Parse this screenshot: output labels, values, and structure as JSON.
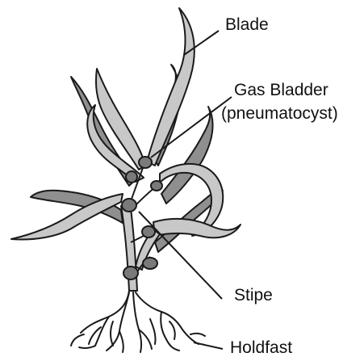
{
  "labels": {
    "blade": "Blade",
    "gas_bladder": "Gas Bladder",
    "gas_bladder_alt": "(pneumatocyst)",
    "stipe": "Stipe",
    "holdfast": "Holdfast"
  },
  "colors": {
    "light_fill": "#c8c8c8",
    "dark_fill": "#8f8f8f",
    "bladder_fill": "#7a7a7a",
    "outline": "#1a1a1a"
  }
}
